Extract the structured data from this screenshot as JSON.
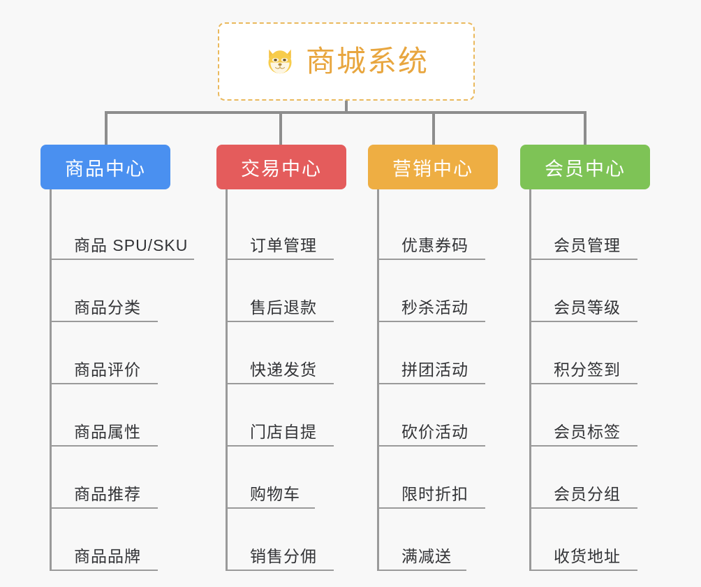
{
  "root": {
    "title": "商城系统",
    "icon": "shiba-dog-face-emoji",
    "text_color": "#e8a63f",
    "border_color": "#eab95d"
  },
  "columns": [
    {
      "id": "product-center",
      "header": "商品中心",
      "color": "#4a90f0",
      "items": [
        {
          "label": "商品 SPU/SKU",
          "width": "wide"
        },
        {
          "label": "商品分类",
          "width": "med"
        },
        {
          "label": "商品评价",
          "width": "med"
        },
        {
          "label": "商品属性",
          "width": "med"
        },
        {
          "label": "商品推荐",
          "width": "med"
        },
        {
          "label": "商品品牌",
          "width": "med"
        }
      ]
    },
    {
      "id": "trade-center",
      "header": "交易中心",
      "color": "#e45c5c",
      "items": [
        {
          "label": "订单管理",
          "width": "med"
        },
        {
          "label": "售后退款",
          "width": "med"
        },
        {
          "label": "快递发货",
          "width": "med"
        },
        {
          "label": "门店自提",
          "width": "med"
        },
        {
          "label": "购物车",
          "width": "narrow"
        },
        {
          "label": "销售分佣",
          "width": "med"
        }
      ]
    },
    {
      "id": "marketing-center",
      "header": "营销中心",
      "color": "#eeae43",
      "items": [
        {
          "label": "优惠券码",
          "width": "med"
        },
        {
          "label": "秒杀活动",
          "width": "med"
        },
        {
          "label": "拼团活动",
          "width": "med"
        },
        {
          "label": "砍价活动",
          "width": "med"
        },
        {
          "label": "限时折扣",
          "width": "med"
        },
        {
          "label": "满减送",
          "width": "narrow"
        }
      ]
    },
    {
      "id": "member-center",
      "header": "会员中心",
      "color": "#7ec356",
      "items": [
        {
          "label": "会员管理",
          "width": "med"
        },
        {
          "label": "会员等级",
          "width": "med"
        },
        {
          "label": "积分签到",
          "width": "med"
        },
        {
          "label": "会员标签",
          "width": "med"
        },
        {
          "label": "会员分组",
          "width": "med"
        },
        {
          "label": "收货地址",
          "width": "med"
        }
      ]
    }
  ],
  "connector_color": "#8d8d8d",
  "background_color": "#f8f8f8"
}
